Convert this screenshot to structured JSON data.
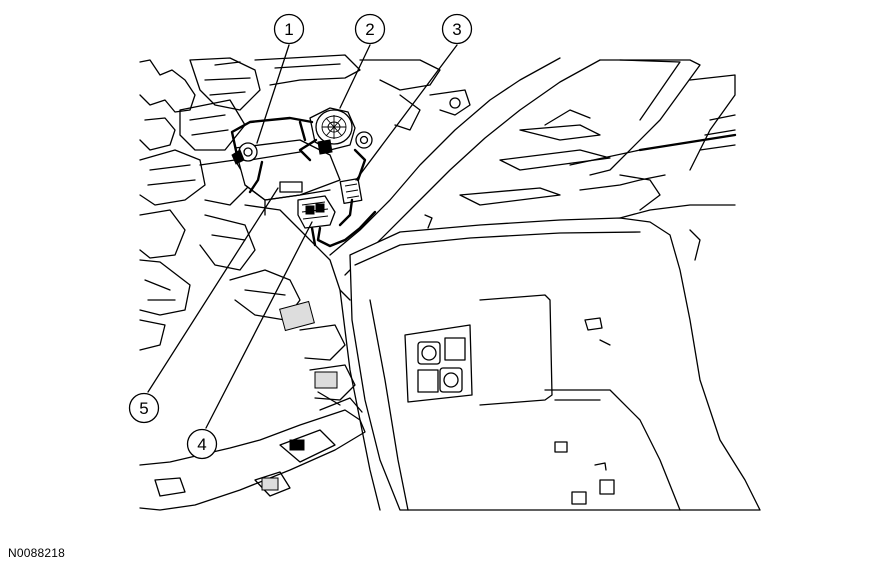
{
  "figure_id": "N0088218",
  "callouts": [
    {
      "id": "callout-1",
      "label": "1"
    },
    {
      "id": "callout-2",
      "label": "2"
    },
    {
      "id": "callout-3",
      "label": "3"
    },
    {
      "id": "callout-4",
      "label": "4"
    },
    {
      "id": "callout-5",
      "label": "5"
    }
  ]
}
